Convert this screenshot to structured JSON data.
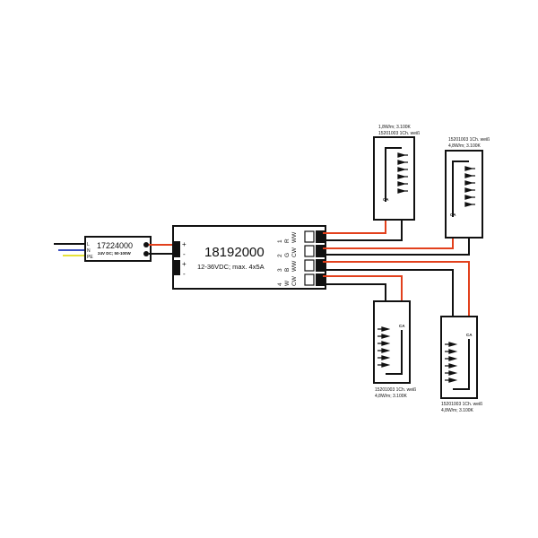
{
  "power_supply": {
    "model": "17224000",
    "spec": "24V DC; 50-100W",
    "inputs": [
      "L",
      "N",
      "PE"
    ]
  },
  "controller": {
    "model": "18192000",
    "spec": "12-36VDC; max. 4x5A",
    "input_polarity": [
      "+",
      "-",
      "+",
      "-"
    ],
    "channels": [
      {
        "num": "1",
        "color": "R",
        "mode": "WW"
      },
      {
        "num": "2",
        "color": "G",
        "mode": "CW"
      },
      {
        "num": "3",
        "color": "B",
        "mode": "WW"
      },
      {
        "num": "4",
        "color": "W",
        "mode": "CW"
      }
    ]
  },
  "strips": [
    {
      "line1": "1,8W/m; 3.100K",
      "line2": "15201003 1Ch. weiß",
      "terminal": "CA"
    },
    {
      "line1": "15201003 1Ch. weiß",
      "line2": "4,8W/m; 3.100K",
      "terminal": "CA"
    },
    {
      "line1": "15201003 1Ch. weiß",
      "line2": "4,8W/m; 3.100K",
      "terminal": "CA"
    },
    {
      "line1": "15201003 1Ch. weiß",
      "line2": "4,8W/m; 3.100K",
      "terminal": "CA"
    }
  ],
  "colors": {
    "positive": "#e2401c",
    "negative": "#111111",
    "neutral": "#3a4fbf",
    "earth": "#e6e23a"
  }
}
